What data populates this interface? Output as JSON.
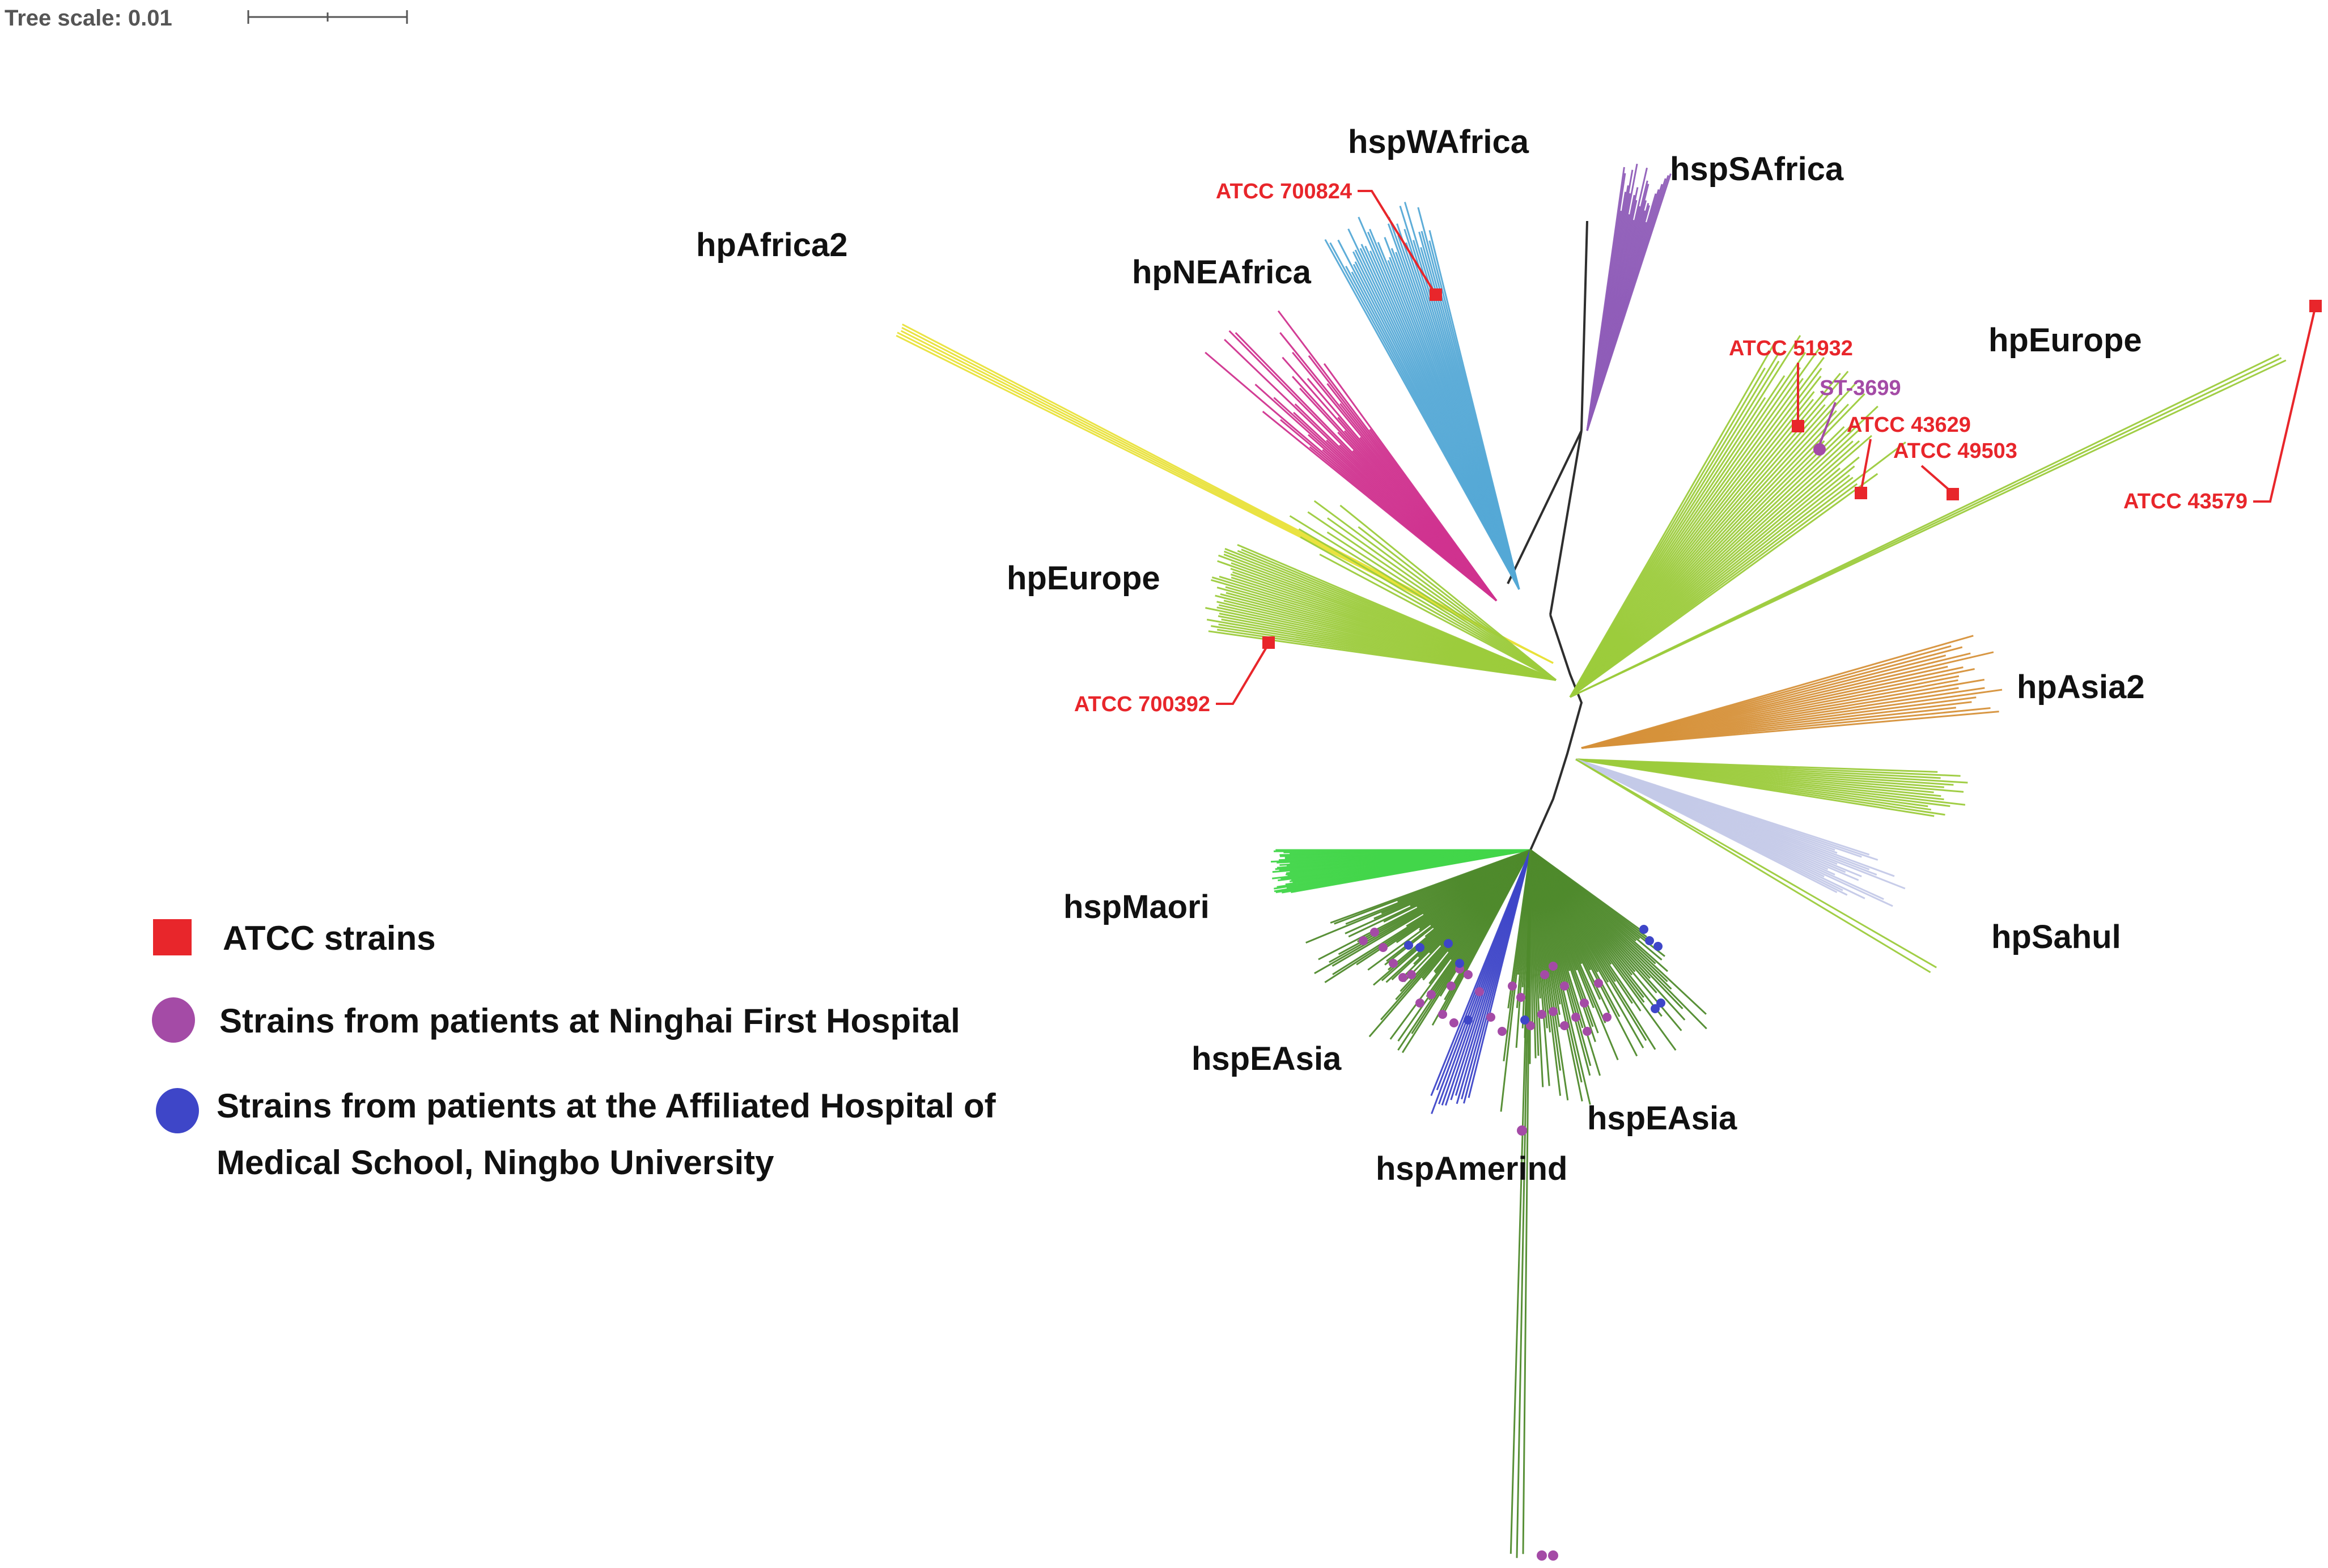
{
  "scale": {
    "label": "Tree scale: 0.01"
  },
  "colors": {
    "atcc": "#e8262b",
    "ninghai": "#a44ba6",
    "ningbo": "#3e46c8",
    "branch": "#2e2e2e"
  },
  "clades": [
    {
      "id": "hpAfrica2",
      "label": "hpAfrica2",
      "color": "#e9e23a"
    },
    {
      "id": "hpNEAfrica",
      "label": "hpNEAfrica",
      "color": "#d0338f"
    },
    {
      "id": "hspWAfrica",
      "label": "hspWAfrica",
      "color": "#55a9d6"
    },
    {
      "id": "hspSAfrica",
      "label": "hspSAfrica",
      "color": "#8f5db8"
    },
    {
      "id": "hpEurope-left",
      "label": "hpEurope",
      "color": "#9ccb3c"
    },
    {
      "id": "hpEurope-right",
      "label": "hpEurope",
      "color": "#9ccb3c"
    },
    {
      "id": "hpAsia2",
      "label": "hpAsia2",
      "color": "#d6913a"
    },
    {
      "id": "hpSahul",
      "label": "hpSahul",
      "color": "#c4c9e8"
    },
    {
      "id": "hspMaori",
      "label": "hspMaori",
      "color": "#42d64a"
    },
    {
      "id": "hspEAsia-left",
      "label": "hspEAsia",
      "color": "#4f8a2c"
    },
    {
      "id": "hspEAsia-right",
      "label": "hspEAsia",
      "color": "#4f8a2c"
    },
    {
      "id": "hspAmerind",
      "label": "hspAmerind",
      "color": "#3e46c8"
    }
  ],
  "strains": [
    {
      "id": "atcc-700824",
      "label": "ATCC 700824",
      "type": "atcc"
    },
    {
      "id": "atcc-51932",
      "label": "ATCC 51932",
      "type": "atcc"
    },
    {
      "id": "st-3699",
      "label": "ST-3699",
      "type": "ninghai"
    },
    {
      "id": "atcc-43629",
      "label": "ATCC 43629",
      "type": "atcc"
    },
    {
      "id": "atcc-49503",
      "label": "ATCC 49503",
      "type": "atcc"
    },
    {
      "id": "atcc-43579",
      "label": "ATCC 43579",
      "type": "atcc"
    },
    {
      "id": "atcc-700392",
      "label": "ATCC 700392",
      "type": "atcc"
    }
  ],
  "legend": [
    {
      "id": "atcc",
      "label": "ATCC strains",
      "shape": "square"
    },
    {
      "id": "ninghai",
      "label": "Strains from patients at Ninghai First Hospital",
      "shape": "ellipse"
    },
    {
      "id": "ningbo",
      "label": "Strains from patients at the Affiliated Hospital of",
      "label2": "Medical School, Ningbo University",
      "shape": "ellipse"
    }
  ]
}
